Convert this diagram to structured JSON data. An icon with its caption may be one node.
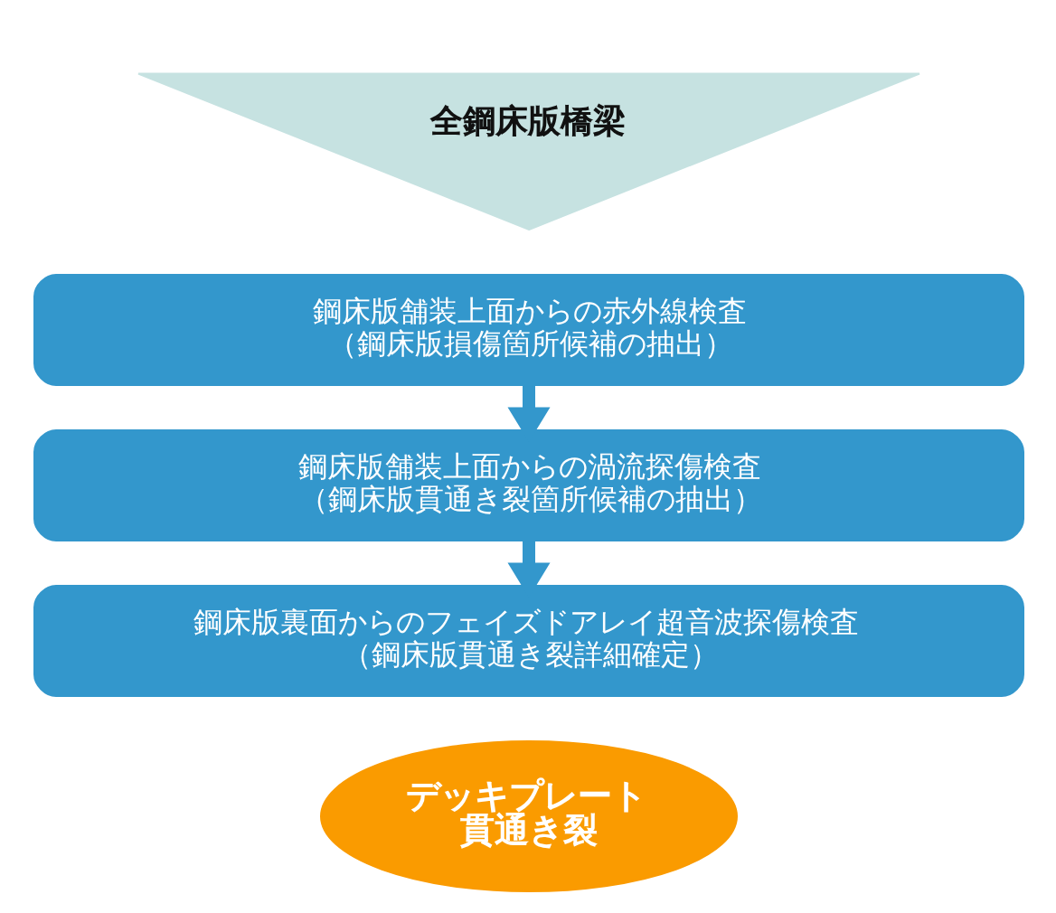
{
  "diagram": {
    "nodes": [
      {
        "text": [
          "全鋼床版橋梁"
        ]
      },
      {
        "text": [
          "鋼床版舗装上面からの赤外線検査",
          "（鋼床版損傷箇所候補の抽出）"
        ]
      },
      {
        "text": [
          "鋼床版舗装上面からの渦流探傷検査",
          "（鋼床版貫通き裂箇所候補の抽出）"
        ]
      },
      {
        "text": [
          "鋼床版裏面からのフェイズドアレイ超音波探傷検査",
          "（鋼床版貫通き裂詳細確定）"
        ]
      },
      {
        "text": [
          "デッキプレート貫通き裂"
        ]
      }
    ],
    "edges": [
      {
        "from": 1,
        "to": 2,
        "arrow": "to"
      },
      {
        "from": 2,
        "to": 3,
        "arrow": "to"
      }
    ]
  }
}
